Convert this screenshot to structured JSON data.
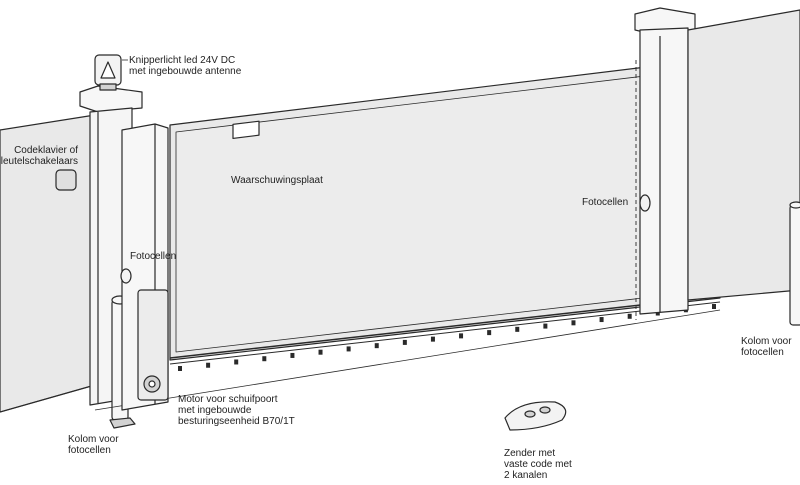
{
  "labels": {
    "flashing_light": [
      "Knipperlicht led 24V DC",
      "met ingebouwde antenne"
    ],
    "keypad": [
      "Codeklavier of",
      "sleutelschakelaars"
    ],
    "warning_plate": "Waarschuwingsplaat",
    "photocells_right": "Fotocellen",
    "photocells_left": "Fotocellen",
    "column_right": [
      "Kolom voor",
      "fotocellen"
    ],
    "motor": [
      "Motor voor schuifpoort",
      "met ingebouwde",
      "besturingseenheid B70/1T"
    ],
    "column_left": [
      "Kolom voor",
      "fotocellen"
    ],
    "transmitter": [
      "Zender met",
      "vaste code met",
      "2 kanalen"
    ]
  },
  "colors": {
    "outline": "#2a2a2a",
    "panel": "#e9e9e9",
    "panel_light": "#f3f3f3",
    "post": "#f7f7f7",
    "shadow": "#d2d2d2"
  }
}
